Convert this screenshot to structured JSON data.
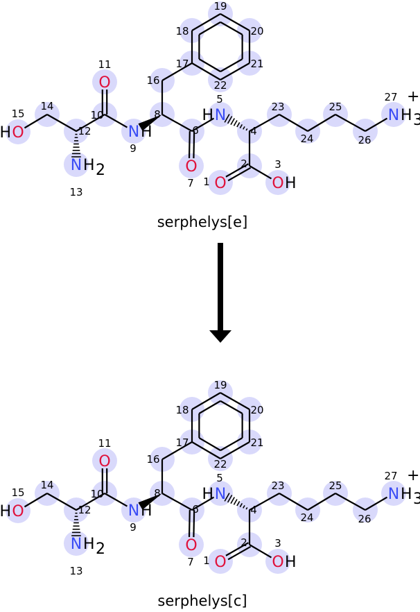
{
  "colors": {
    "highlight": "#d9d9fb",
    "oxygen": "#e0103a",
    "nitrogen": "#3a4cf5",
    "bond": "#000000"
  },
  "molecules": [
    {
      "name": "serphelys[e]"
    },
    {
      "name": "serphelys[c]"
    }
  ],
  "atoms": [
    {
      "num": "1",
      "pre": "",
      "el": "O",
      "post": "",
      "sub": "",
      "charge": "",
      "color": "oxygen"
    },
    {
      "num": "2",
      "el": "",
      "color": ""
    },
    {
      "num": "3",
      "pre": "",
      "el": "O",
      "post": "H",
      "sub": "",
      "charge": "",
      "color": "oxygen"
    },
    {
      "num": "4",
      "el": "",
      "color": ""
    },
    {
      "num": "5",
      "pre": "H",
      "el": "N",
      "post": "",
      "sub": "",
      "charge": "",
      "color": "nitrogen"
    },
    {
      "num": "6",
      "el": "",
      "color": ""
    },
    {
      "num": "7",
      "pre": "",
      "el": "O",
      "post": "",
      "sub": "",
      "charge": "",
      "color": "oxygen"
    },
    {
      "num": "8",
      "el": "",
      "color": ""
    },
    {
      "num": "9",
      "pre": "",
      "el": "N",
      "post": "H",
      "sub": "",
      "charge": "",
      "color": "nitrogen"
    },
    {
      "num": "10",
      "el": "",
      "color": ""
    },
    {
      "num": "11",
      "pre": "",
      "el": "O",
      "post": "",
      "sub": "",
      "charge": "",
      "color": "oxygen"
    },
    {
      "num": "12",
      "el": "",
      "color": ""
    },
    {
      "num": "13",
      "pre": "",
      "el": "N",
      "post": "H",
      "sub": "2",
      "charge": "",
      "color": "nitrogen"
    },
    {
      "num": "14",
      "el": "",
      "color": ""
    },
    {
      "num": "15",
      "pre": "H",
      "el": "O",
      "post": "",
      "sub": "",
      "charge": "",
      "color": "oxygen"
    },
    {
      "num": "16",
      "el": "",
      "color": ""
    },
    {
      "num": "17",
      "el": "",
      "color": ""
    },
    {
      "num": "18",
      "el": "",
      "color": ""
    },
    {
      "num": "19",
      "el": "",
      "color": ""
    },
    {
      "num": "20",
      "el": "",
      "color": ""
    },
    {
      "num": "21",
      "el": "",
      "color": ""
    },
    {
      "num": "22",
      "el": "",
      "color": ""
    },
    {
      "num": "23",
      "el": "",
      "color": ""
    },
    {
      "num": "24",
      "el": "",
      "color": ""
    },
    {
      "num": "25",
      "el": "",
      "color": ""
    },
    {
      "num": "26",
      "el": "",
      "color": ""
    },
    {
      "num": "27",
      "pre": "",
      "el": "N",
      "post": "H",
      "sub": "3",
      "charge": "+",
      "color": "nitrogen"
    }
  ],
  "bonds": [
    {
      "a": "15",
      "b": "14",
      "type": "single"
    },
    {
      "a": "14",
      "b": "12",
      "type": "single"
    },
    {
      "a": "12",
      "b": "13",
      "type": "hash"
    },
    {
      "a": "12",
      "b": "10",
      "type": "single"
    },
    {
      "a": "10",
      "b": "11",
      "type": "double"
    },
    {
      "a": "10",
      "b": "9",
      "type": "single"
    },
    {
      "a": "8",
      "b": "9",
      "type": "wedge"
    },
    {
      "a": "8",
      "b": "16",
      "type": "single"
    },
    {
      "a": "16",
      "b": "17",
      "type": "single"
    },
    {
      "a": "8",
      "b": "6",
      "type": "single"
    },
    {
      "a": "6",
      "b": "7",
      "type": "double"
    },
    {
      "a": "6",
      "b": "5",
      "type": "single"
    },
    {
      "a": "4",
      "b": "5",
      "type": "hash"
    },
    {
      "a": "4",
      "b": "23",
      "type": "single"
    },
    {
      "a": "23",
      "b": "24",
      "type": "single"
    },
    {
      "a": "24",
      "b": "25",
      "type": "single"
    },
    {
      "a": "25",
      "b": "26",
      "type": "single"
    },
    {
      "a": "26",
      "b": "27",
      "type": "single"
    },
    {
      "a": "4",
      "b": "2",
      "type": "single"
    },
    {
      "a": "2",
      "b": "1",
      "type": "double"
    },
    {
      "a": "2",
      "b": "3",
      "type": "single"
    },
    {
      "a": "17",
      "b": "18",
      "type": "aromatic"
    },
    {
      "a": "18",
      "b": "19",
      "type": "aromatic"
    },
    {
      "a": "19",
      "b": "20",
      "type": "aromatic"
    },
    {
      "a": "20",
      "b": "21",
      "type": "aromatic"
    },
    {
      "a": "21",
      "b": "22",
      "type": "aromatic"
    },
    {
      "a": "22",
      "b": "17",
      "type": "aromatic"
    }
  ],
  "arrow": {
    "direction": "down"
  }
}
